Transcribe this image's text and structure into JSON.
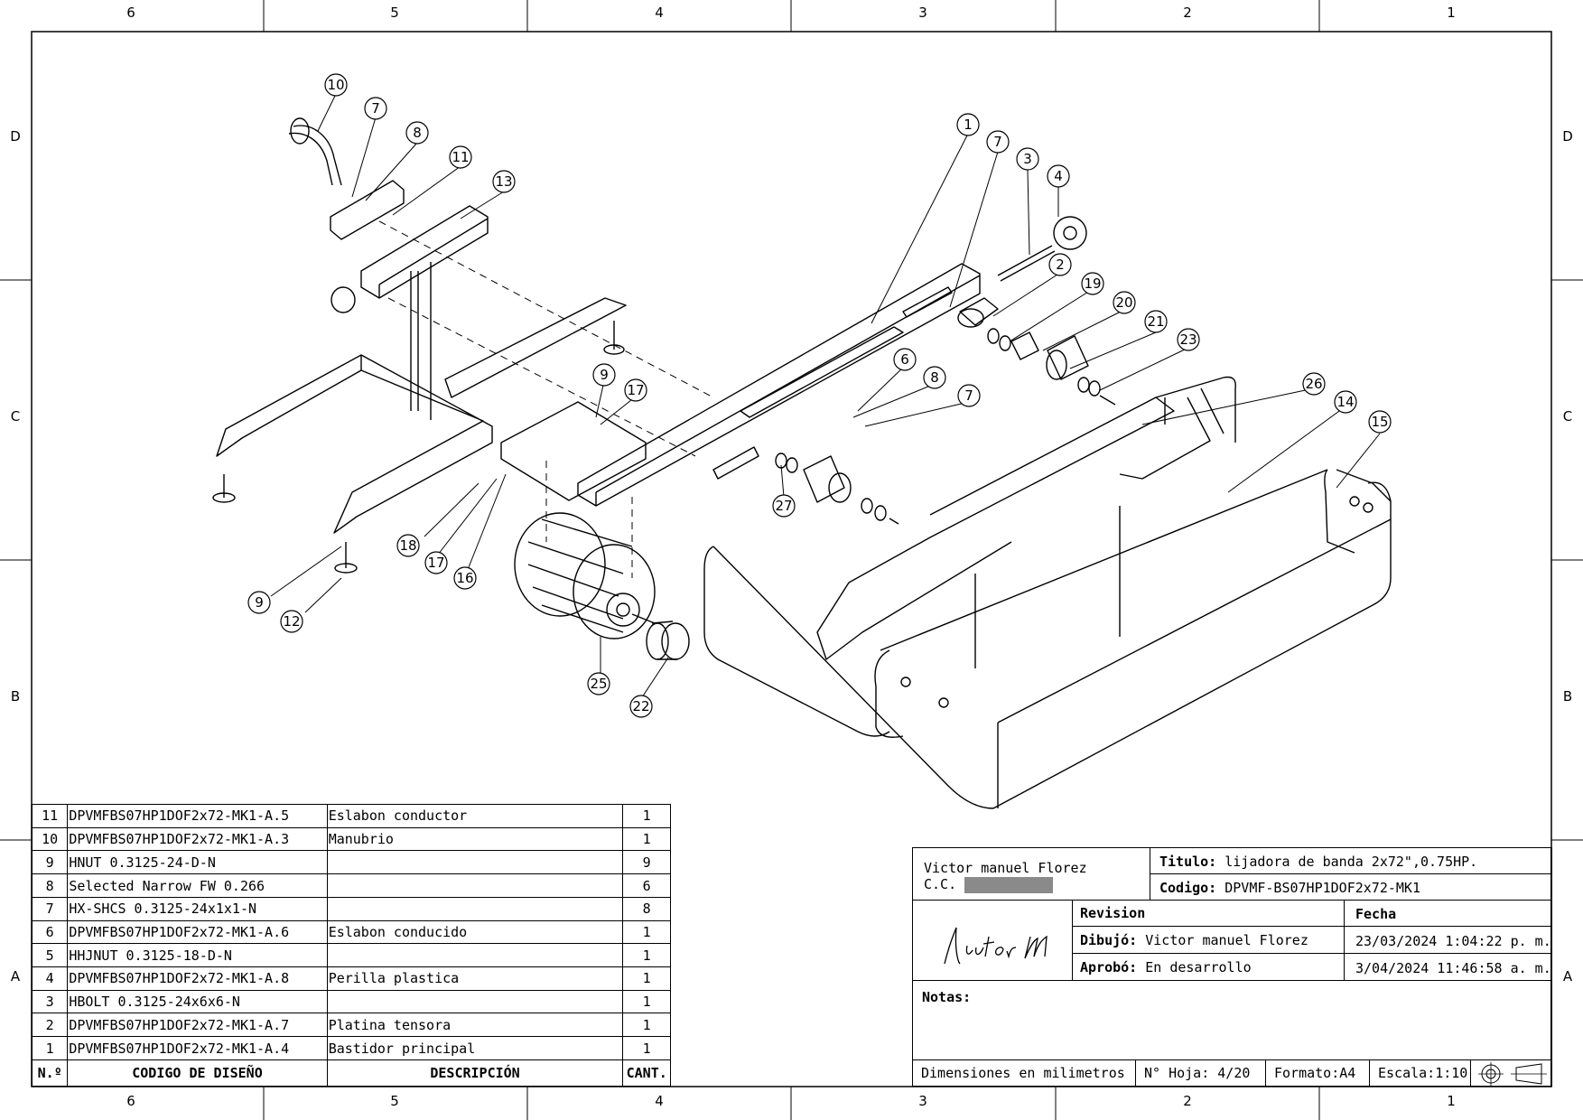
{
  "zones": {
    "columns": [
      "6",
      "5",
      "4",
      "3",
      "2",
      "1"
    ],
    "rows": [
      "D",
      "C",
      "B",
      "A"
    ]
  },
  "balloons": [
    "10",
    "7",
    "8",
    "11",
    "13",
    "1",
    "7",
    "3",
    "4",
    "2",
    "19",
    "20",
    "21",
    "23",
    "6",
    "8",
    "7",
    "9",
    "17",
    "26",
    "14",
    "15",
    "18",
    "17",
    "16",
    "9",
    "12",
    "25",
    "22",
    "27"
  ],
  "bom": {
    "headers": {
      "num": "N.º",
      "code": "CODIGO DE DISEÑO",
      "desc": "DESCRIPCIÓN",
      "qty": "CANT."
    },
    "rows": [
      {
        "num": "11",
        "code": "DPVMFBS07HP1DOF2x72-MK1-A.5",
        "desc": "Eslabon conductor",
        "qty": "1"
      },
      {
        "num": "10",
        "code": "DPVMFBS07HP1DOF2x72-MK1-A.3",
        "desc": "Manubrio",
        "qty": "1"
      },
      {
        "num": "9",
        "code": "HNUT 0.3125-24-D-N",
        "desc": "",
        "qty": "9"
      },
      {
        "num": "8",
        "code": "Selected Narrow FW 0.266",
        "desc": "",
        "qty": "6"
      },
      {
        "num": "7",
        "code": "HX-SHCS 0.3125-24x1x1-N",
        "desc": "",
        "qty": "8"
      },
      {
        "num": "6",
        "code": "DPVMFBS07HP1DOF2x72-MK1-A.6",
        "desc": "Eslabon conducido",
        "qty": "1"
      },
      {
        "num": "5",
        "code": "HHJNUT 0.3125-18-D-N",
        "desc": "",
        "qty": "1"
      },
      {
        "num": "4",
        "code": "DPVMFBS07HP1DOF2x72-MK1-A.8",
        "desc": "Perilla plastica",
        "qty": "1"
      },
      {
        "num": "3",
        "code": "HBOLT 0.3125-24x6x6-N",
        "desc": "",
        "qty": "1"
      },
      {
        "num": "2",
        "code": "DPVMFBS07HP1DOF2x72-MK1-A.7",
        "desc": "Platina tensora",
        "qty": "1"
      },
      {
        "num": "1",
        "code": "DPVMFBS07HP1DOF2x72-MK1-A.4",
        "desc": "Bastidor principal",
        "qty": "1"
      }
    ]
  },
  "title_block": {
    "author": "Victor manuel Florez",
    "cc_label": "C.C.",
    "signature": "Victor M",
    "titulo_label": "Titulo:",
    "titulo": "lijadora de banda 2x72\",0.75HP.",
    "codigo_label": "Codigo:",
    "codigo": "DPVMF-BS07HP1DOF2x72-MK1",
    "revision_label": "Revision",
    "fecha_label": "Fecha",
    "dibujo_label": "Dibujó:",
    "dibujo": "Victor manuel Florez",
    "dibujo_fecha": "23/03/2024 1:04:22 p. m.",
    "aprobo_label": "Aprobó:",
    "aprobo": "En desarrollo",
    "aprobo_fecha": "3/04/2024 11:46:58 a. m.",
    "notas_label": "Notas:",
    "dimensiones": "Dimensiones en milimetros",
    "hoja_label": "N° Hoja:",
    "hoja": "4/20",
    "formato_label": "Formato:",
    "formato": "A4",
    "escala_label": "Escala:",
    "escala": "1:10"
  }
}
